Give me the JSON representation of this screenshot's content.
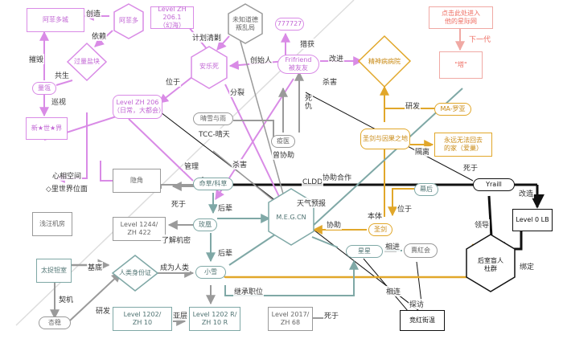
{
  "colors": {
    "pink": "#d98be6",
    "teal": "#7fa8a6",
    "gray": "#9a9a9a",
    "gold": "#e1a72a",
    "black": "#111111",
    "red": "#f0a9a4"
  },
  "nodes": {
    "afeiduo_city": "阿菲多城",
    "afeiduo": "阿菲多",
    "level_zh2061": "Level ZH 206.1\n（幻海）",
    "unknown_abducted": "未知道德\n叛乱局",
    "n777727": "777727",
    "click_enter": "点击此处进入\n他的星际网",
    "overload_block": "过量盐块",
    "an_le_si": "安乐死",
    "frifriend": "Frifriend\n被友友",
    "spirit_hospital": "精神病病院",
    "next_gen": "下一代",
    "tower": "\"塔\"",
    "liangling": "量瓴",
    "level_zh206": "Level ZH 206\n（日常，大都会）",
    "new_world": "新★世★界",
    "qingxue": "晴雪与雨",
    "yiyi": "疫医",
    "ma_luoya": "MA-罗亚",
    "sacred_garden": "圣剑与因果之地",
    "forever_home": "永远无法回去\n的家（爱巢）",
    "luojiao": "隐角",
    "fate_code": "命草/科草",
    "jiqi": "幕后",
    "yraill": "Yraill",
    "level0": "Level 0 LB",
    "haunted_room": "浅汪机房",
    "level1244": "Level 1244/\nZH 422",
    "meiling": "玫凰",
    "megcn": "M.E.G.CN",
    "shengjian": "圣剑",
    "xingyu": "星星",
    "shirong": "賣紅会",
    "taishan_base": "太捉钽室",
    "human_cert": "人类身份证",
    "xiaoxue": "小雪",
    "last_guide": "后室盲人\n杜群",
    "jiemo": "杏稳",
    "level1202": "Level 1202/\nZH 10",
    "level1202r": "Level 1202 R/\nZH 10 R",
    "level2017": "Level 2017/\nZH 68",
    "duihongjie": "竞红街温"
  },
  "edges": {
    "chuangzao": "创造",
    "yilai": "依赖",
    "jihuaqingsao": "计划清剿",
    "chuangshiren": "创始人",
    "liehuo": "猎获",
    "gaijin": "改进",
    "cuihui": "摧毁",
    "gongsheng": "共生",
    "xunshi": "巡视",
    "weiyu": "位于",
    "fenlie": "分裂",
    "sharen1": "杀害",
    "sichou": "死\n仇",
    "yanfa1": "研发",
    "tcc": "TCC-晴天",
    "zeng_xiezhu": "曾协助",
    "xinxiang": "心相空间",
    "lishijie": "◇里世界位面",
    "guanli": "管理",
    "sharen2": "杀害",
    "cldd": "CLDD",
    "xiezhu_hezuo": "协助合作",
    "tianqi": "天气预报",
    "geli": "隔离",
    "siyu1": "死于",
    "gaizao": "改造",
    "benti": "本体",
    "weiyu2": "位于",
    "siyu2": "死于",
    "houbei1": "后辈",
    "xiezhu": "协助",
    "lingdao": "领导",
    "liaojie": "了解机密",
    "houbei2": "后辈",
    "xiangjin": "相进",
    "jidi": "基底",
    "chengwei": "成为人类",
    "bangding": "绑定",
    "jiji": "契机",
    "jicheng": "继承职位",
    "xianglian": "相连",
    "yanfa2": "研发",
    "yaceng": "亚层",
    "siyu3": "死于",
    "tanfang": "探访"
  }
}
